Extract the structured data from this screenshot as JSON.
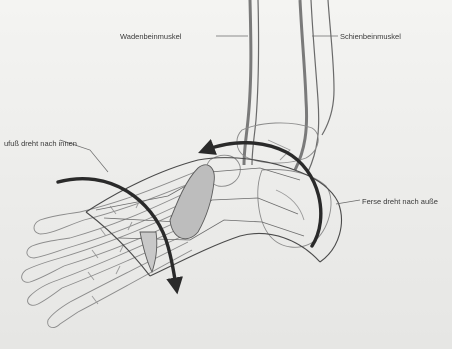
{
  "labels": {
    "left_muscle": "Wadenbeinmuskel",
    "right_muscle": "Schienbeinmuskel",
    "foot_rotation": "ufuß dreht nach innen",
    "heel_rotation": "Ferse dreht nach auße"
  },
  "colors": {
    "paper": "#ececea",
    "line": "#5a5a5a",
    "bone": "#8a8a8a",
    "arrow": "#2a2a2a",
    "shading": "#bdbdbd"
  }
}
